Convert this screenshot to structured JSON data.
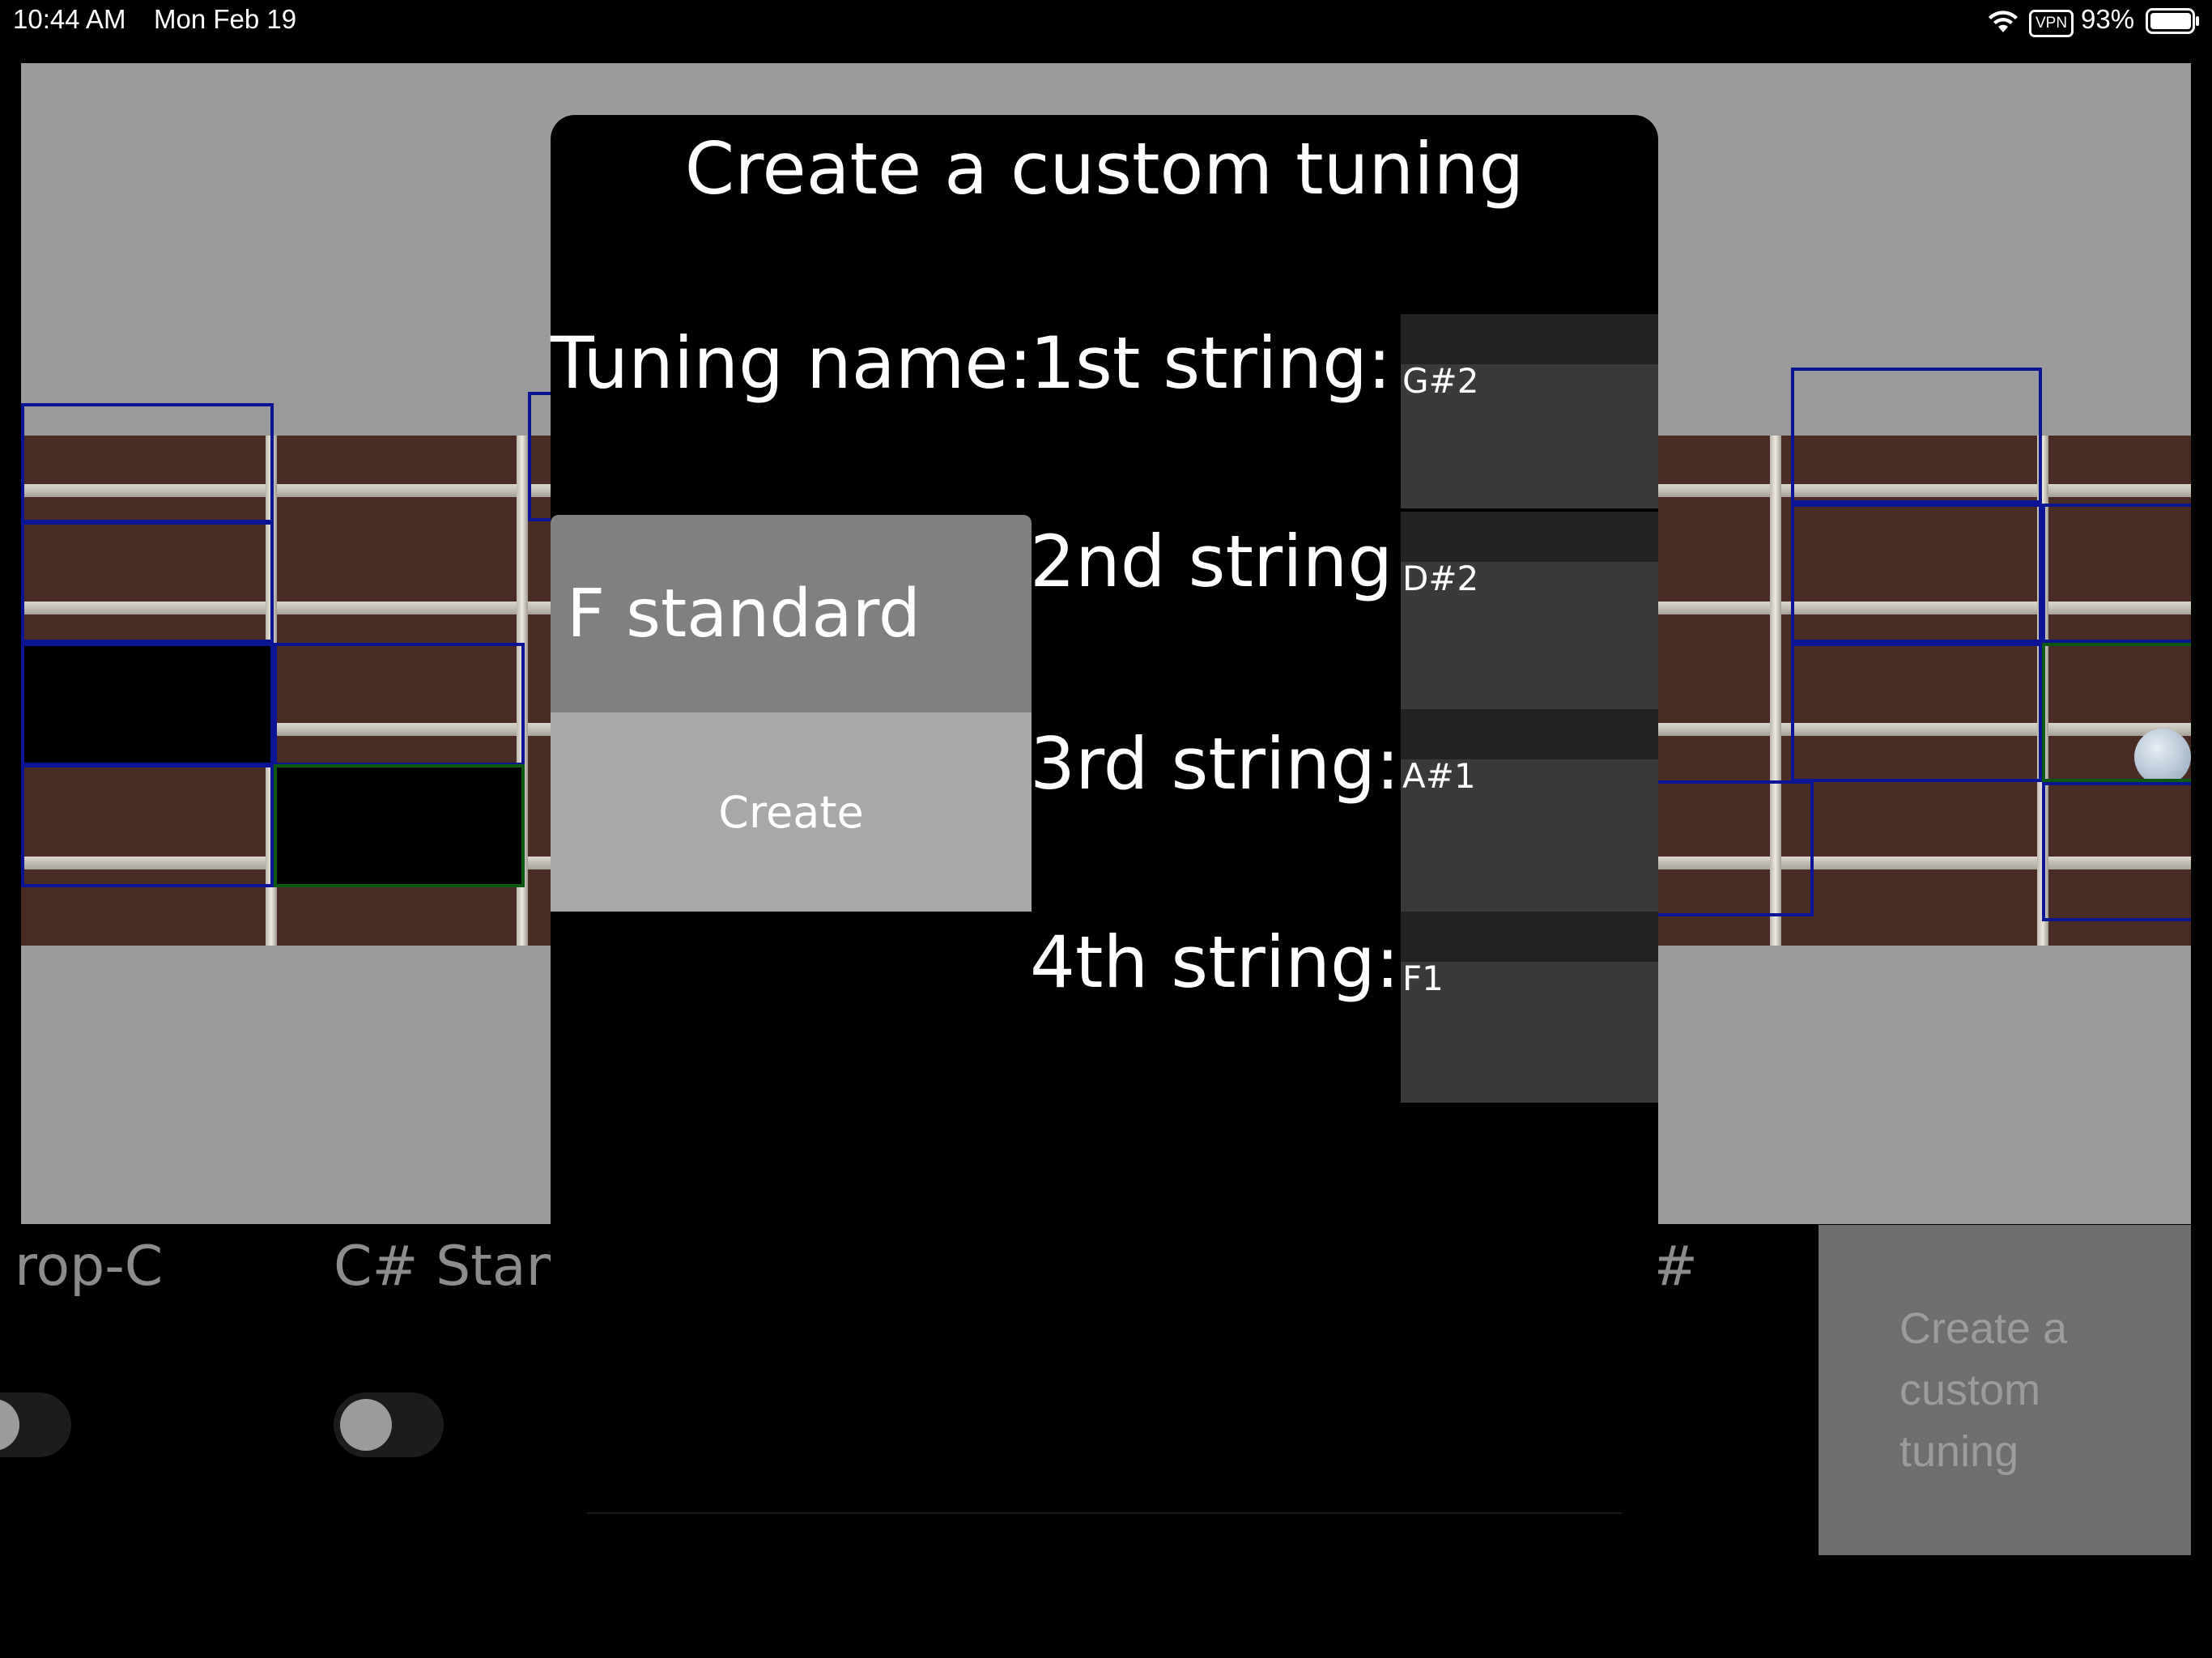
{
  "status_bar": {
    "time": "10:44 AM",
    "date": "Mon Feb 19",
    "vpn": "VPN",
    "battery": "93%"
  },
  "background": {
    "tunings": [
      "rop-C",
      "C# Stan",
      "#"
    ],
    "create_custom_label": "Create a\ncustom\ntuning"
  },
  "modal": {
    "title": "Create a custom tuning",
    "tuning_name_label": "Tuning name:",
    "tuning_name_value": "F standard",
    "create_label": "Create",
    "strings": [
      {
        "label": "1st string:",
        "note": "G#2"
      },
      {
        "label": "2nd string:",
        "note": "D#2"
      },
      {
        "label": "3rd string:",
        "note": "A#1"
      },
      {
        "label": "4th string:",
        "note": "F1"
      }
    ]
  },
  "colors": {
    "detection_box": "#0a1494",
    "detection_box_alt": "#0c5a12",
    "modal_bg": "#000000",
    "input_bg": "#808080",
    "button_bg": "#a8a8a8"
  }
}
